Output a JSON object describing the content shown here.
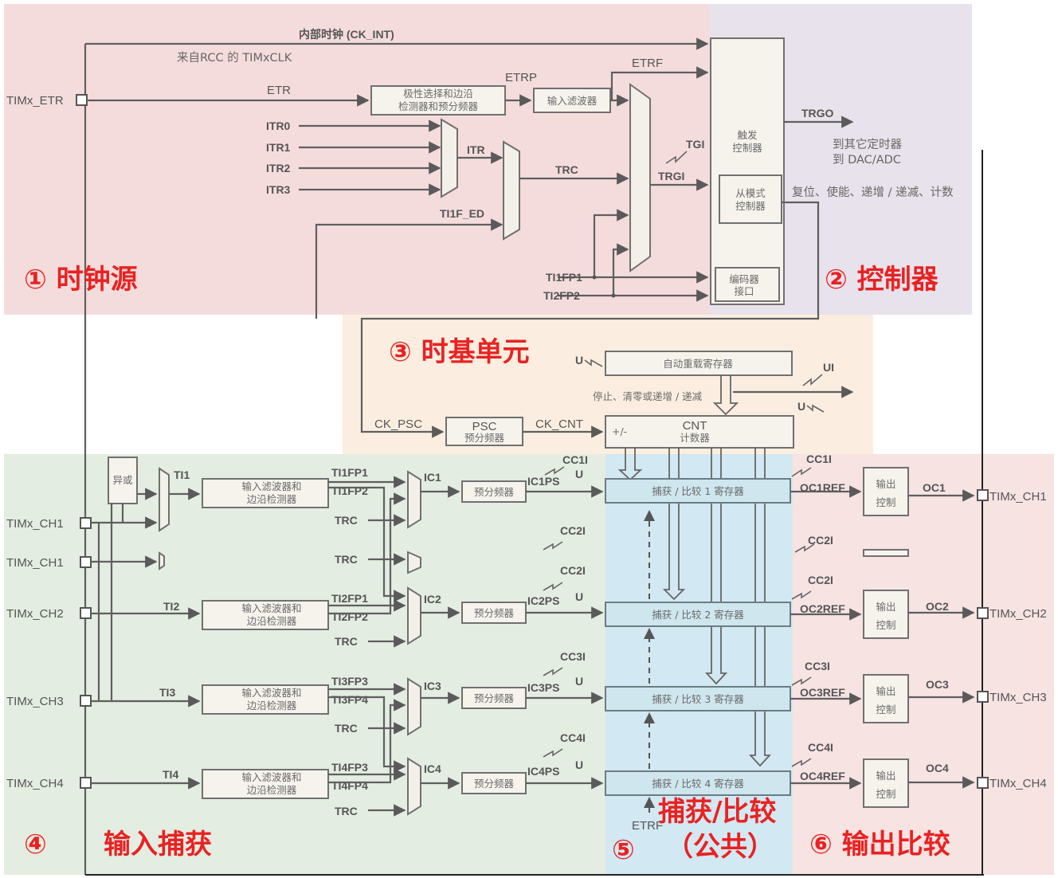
{
  "regions": {
    "r1": "① 时钟源",
    "r2": "② 控制器",
    "r3": "③ 时基单元",
    "r4": "④",
    "r4b": "输入捕获",
    "r5a": "捕获/比较",
    "r5b": "⑤",
    "r5c": "（公共）",
    "r6": "⑥ 输出比较"
  },
  "clock": {
    "internal": "内部时钟 (CK_INT)",
    "from_rcc": "来自RCC 的 TIMxCLK",
    "etr_pin": "TIMx_ETR",
    "etr": "ETR",
    "etrp": "ETRP",
    "etrf": "ETRF",
    "polarity_1": "极性选择和边沿",
    "polarity_2": "检测器和预分频器",
    "input_filter": "输入滤波器",
    "itr0": "ITR0",
    "itr1": "ITR1",
    "itr2": "ITR2",
    "itr3": "ITR3",
    "itr": "ITR",
    "trc": "TRC",
    "tgi": "TGI",
    "trgi": "TRGI",
    "ti1f_ed": "TI1F_ED",
    "ti1fp1": "TI1FP1",
    "ti2fp2": "TI2FP2"
  },
  "controller": {
    "trigger_1": "触发",
    "trigger_2": "控制器",
    "slave_1": "从模式",
    "slave_2": "控制器",
    "encoder_1": "编码器",
    "encoder_2": "接口",
    "trgo": "TRGO",
    "to_other_1": "到其它定时器",
    "to_other_2": "到 DAC/ADC",
    "reset_text": "复位、使能、递增 / 递减、计数"
  },
  "timebase": {
    "arr": "自动重载寄存器",
    "stop_text": "停止、清零或递增 / 递减",
    "ck_psc": "CK_PSC",
    "psc": "PSC",
    "psc_cn": "预分频器",
    "ck_cnt": "CK_CNT",
    "cnt": "CNT",
    "cnt_cn": "计数器",
    "plusminus": "+/-",
    "u": "U",
    "ui": "UI"
  },
  "input": {
    "ch1": "TIMx_CH1",
    "ch1b": "TIMx_CH1",
    "ch2": "TIMx_CH2",
    "ch3": "TIMx_CH3",
    "ch4": "TIMx_CH4",
    "xor": "异或",
    "ti1": "TI1",
    "ti2": "TI2",
    "ti3": "TI3",
    "ti4": "TI4",
    "filter_1": "输入滤波器和",
    "filter_2": "边沿检测器",
    "ti1fp1": "TI1FP1",
    "ti1fp2": "TI1FP2",
    "ti2fp1": "TI2FP1",
    "ti2fp2": "TI2FP2",
    "ti3fp3": "TI3FP3",
    "ti3fp4": "TI3FP4",
    "ti4fp3": "TI4FP3",
    "ti4fp4": "TI4FP4",
    "trc": "TRC",
    "ic1": "IC1",
    "ic2": "IC2",
    "ic3": "IC3",
    "ic4": "IC4",
    "prescaler": "预分频器",
    "ic1ps": "IC1PS",
    "ic2ps": "IC2PS",
    "ic3ps": "IC3PS",
    "ic4ps": "IC4PS"
  },
  "capture": {
    "reg1": "捕获 / 比较 1 寄存器",
    "reg2": "捕获 / 比较 2 寄存器",
    "reg3": "捕获 / 比较 3 寄存器",
    "reg4": "捕获 / 比较 4 寄存器",
    "cc1i": "CC1I",
    "cc2i": "CC2I",
    "cc3i": "CC3I",
    "cc4i": "CC4I",
    "etrf": "ETRF"
  },
  "output": {
    "oc1ref": "OC1REF",
    "oc2ref": "OC2REF",
    "oc3ref": "OC3REF",
    "oc4ref": "OC4REF",
    "ctrl_1": "输出",
    "ctrl_2": "控制",
    "oc1": "OC1",
    "oc2": "OC2",
    "oc3": "OC3",
    "oc4": "OC4",
    "ch1": "TIMx_CH1",
    "ch2": "TIMx_CH2",
    "ch3": "TIMx_CH3",
    "ch4": "TIMx_CH4"
  }
}
